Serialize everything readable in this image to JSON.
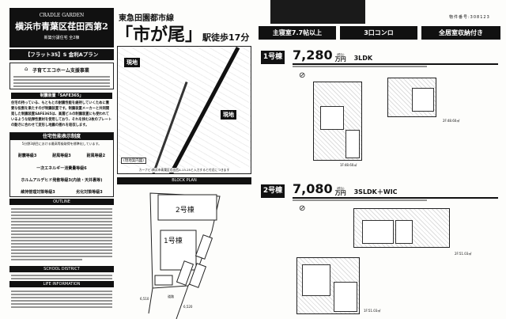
{
  "header": {
    "brand": "CRADLE GARDEN",
    "title": "横浜市青葉区荏田西第2",
    "subtitle": "新築分譲住宅 全2棟"
  },
  "flat35": "【フラット35】S 金利Aプラン",
  "eco": {
    "title": "子育てエコホーム支援事業"
  },
  "safe365": {
    "title": "制震装置「SAFE365」",
    "text": "住宅の持っている、もともとの耐震性能を維持していくために重要な役割を果たすのが制震装置です。制震装置メーカーと共同開発した制震装置SAFE365は、高層ビルの制震装置にも使われているような粘弾性素材を使用しており、それを挟む2枚のプレートの動きに合わせて変形し地震の揺れを吸収します。"
  },
  "performance": {
    "title": "住宅性能表示制度",
    "lead": "5分野3項目における最高等級取得を標準化しています。",
    "items": [
      "耐震等級3",
      "耐風等級3",
      "耐風等級2",
      "一次エネルギー消費量等級6",
      "ホルムアルデヒド発散等級3(内装・天井裏等)",
      "維持管理対策等級3",
      "劣化対策等級3"
    ]
  },
  "outline": {
    "title": "OUTLINE"
  },
  "school": {
    "title": "SCHOOL DISTRICT"
  },
  "life": {
    "title": "LIFE INFORMATION"
  },
  "access": {
    "line": "東急田園都市線",
    "station": "「市が尾」",
    "walk": "駅徒歩17分"
  },
  "map": {
    "site_label": "現地",
    "caption": "(現地案内図)",
    "navi": "カーナビ:横浜市青葉区荏田西4-13-25と入力すると付近につきます"
  },
  "block_plan": {
    "title": "BLOCK PLAN",
    "building2": "2号棟",
    "building1": "1号棟",
    "road": "道路",
    "dims": [
      "6,510",
      "6,520"
    ]
  },
  "property_number": "物件番号:308123",
  "features": [
    "主寝室7.7帖以上",
    "3口コンロ",
    "全居室収納付き"
  ],
  "units": [
    {
      "label": "1号棟",
      "price": "7,280",
      "unit": "万円",
      "tax": "(税込)",
      "layout": "3LDK",
      "floors": [
        "1F:48.60㎡",
        "2F:48.60㎡"
      ]
    },
    {
      "label": "2号棟",
      "price": "7,080",
      "unit": "万円",
      "tax": "(税込)",
      "layout": "3SLDK＋WIC",
      "floors": [
        "1F:51.03㎡",
        "2F:51.03㎡"
      ]
    }
  ]
}
